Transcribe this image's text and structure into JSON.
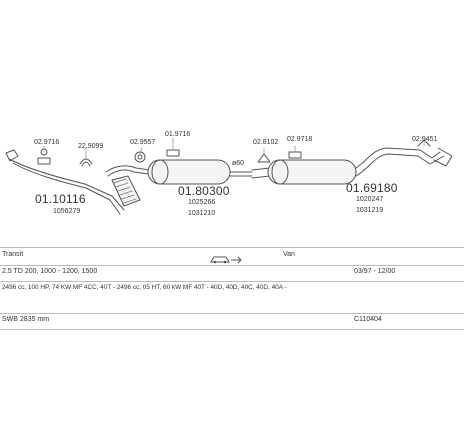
{
  "diagram": {
    "main_parts": [
      {
        "code": "01.10116",
        "sub": "1056279"
      },
      {
        "code": "01.80300",
        "sub1": "1025266",
        "sub2": "1031210"
      },
      {
        "code": "01.69180",
        "sub1": "1020247",
        "sub2": "1031219"
      }
    ],
    "small_parts": [
      "02.9716",
      "22.9099",
      "02.9557",
      "01.9716",
      "02.8102",
      "02.9718",
      "02.9451"
    ],
    "diameter_label": "ø60"
  },
  "table": {
    "model": "Transit",
    "body_type": "Van",
    "engine": "2.5 TD 200, 1000 - 1200, 1500",
    "date_range": "03/97 - 12/00",
    "variants": "2496 cc, 100 HP, 74 KW MF 4CC, 40T - 2496 cc, 05 HT, 60 kW MF 40T - 40D, 40D, 40C, 40D, 40A -",
    "wheelbase": "SWB 2835 mm",
    "ref": "C110404"
  },
  "colors": {
    "line": "#555555",
    "fill": "#f4f4f4",
    "hatch": "#777777",
    "rule": "#bdbdbd"
  }
}
